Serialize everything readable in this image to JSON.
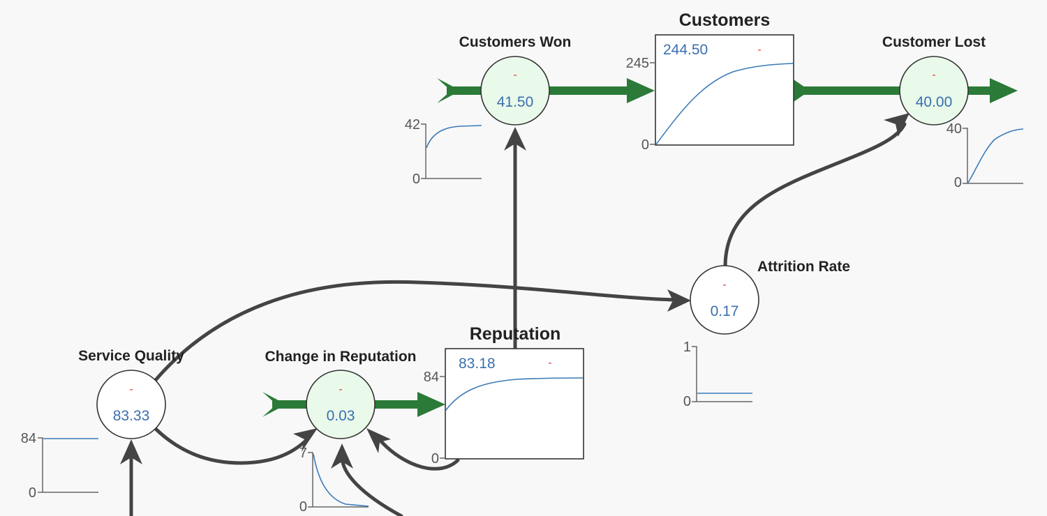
{
  "nodes": {
    "customers_won": {
      "title": "Customers Won",
      "value": "41.50",
      "status": "-",
      "axis_max": "42",
      "axis_min": "0"
    },
    "customers": {
      "title": "Customers",
      "value": "244.50",
      "status": "-",
      "axis_max": "245",
      "axis_min": "0"
    },
    "customer_lost": {
      "title": "Customer Lost",
      "value": "40.00",
      "status": "-",
      "axis_max": "40",
      "axis_min": "0"
    },
    "attrition_rate": {
      "title": "Attrition Rate",
      "value": "0.17",
      "status": "-",
      "axis_max": "1",
      "axis_min": "0"
    },
    "reputation": {
      "title": "Reputation",
      "value": "83.18",
      "status": "-",
      "axis_max": "84",
      "axis_min": "0"
    },
    "change_in_reputation": {
      "title": "Change in Reputation",
      "value": "0.03",
      "status": "-",
      "axis_max": "7",
      "axis_min": "0"
    },
    "service_quality": {
      "title": "Service Quality",
      "value": "83.33",
      "status": "-",
      "axis_max": "84",
      "axis_min": "0"
    }
  },
  "colors": {
    "flow": "#2b7a38",
    "link": "#444444",
    "flow_fill": "#e9f9ea",
    "value_text": "#3a6fae",
    "status_text": "#e03a3a",
    "sparkline": "#3a7ab8"
  }
}
